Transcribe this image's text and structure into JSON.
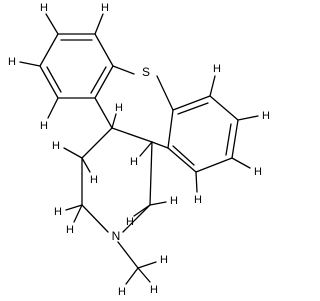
{
  "molecule": {
    "heteroatoms": {
      "sulfur": "S",
      "nitrogen": "N"
    },
    "hydrogen_symbol": "H"
  },
  "colors": {
    "bond": "#000000",
    "background": "#ffffff"
  }
}
